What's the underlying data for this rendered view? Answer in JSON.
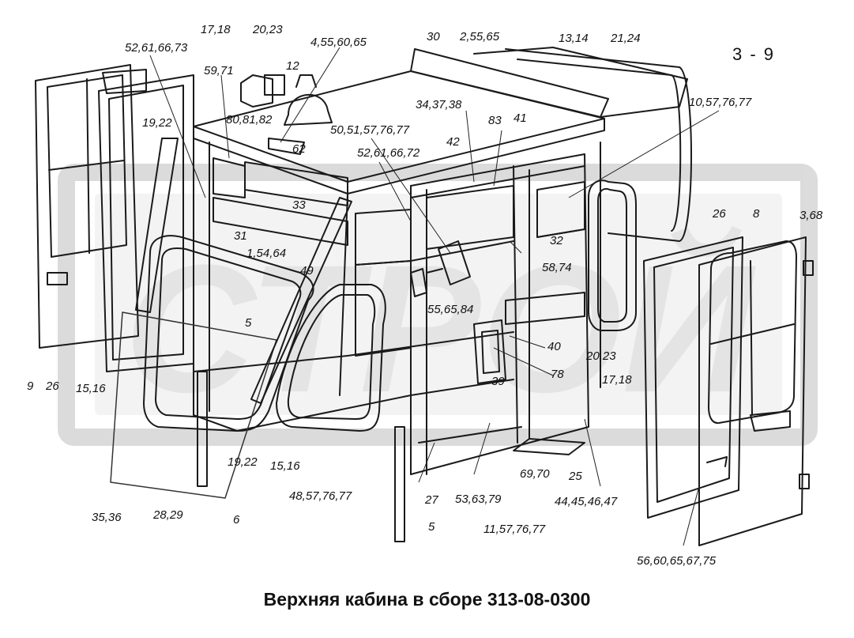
{
  "sheet_number": "3 - 9",
  "caption": "Верхняя кабина в сборе 313-08-0300",
  "watermark": "СТРОЙ",
  "labels": {
    "l01": "17,18",
    "l02": "20,23",
    "l03": "4,55,60,65",
    "l04": "12",
    "l05": "52,61,66,73",
    "l06": "59,71",
    "l07": "19,22",
    "l08": "80,81,82",
    "l09": "62",
    "l10": "50,51,57,76,77",
    "l11": "52,61,66,72",
    "l12": "30",
    "l13": "2,55,65",
    "l14": "13,14",
    "l15": "21,24",
    "l16": "34,37,38",
    "l17": "83",
    "l18": "41",
    "l19": "42",
    "l20": "10,57,76,77",
    "l21": "33",
    "l22": "31",
    "l23": "1,54,64",
    "l24": "49",
    "l25": "32",
    "l26": "58,74",
    "l27": "26",
    "l28": "8",
    "l29": "3,68",
    "l30": "55,65,84",
    "l31": "5",
    "l32": "40",
    "l33": "78",
    "l34": "20,23",
    "l35": "17,18",
    "l36": "39",
    "l37": "9",
    "l38": "26",
    "l39": "15,16",
    "l40": "19,22",
    "l41": "15,16",
    "l42": "69,70",
    "l43": "25",
    "l44": "48,57,76,77",
    "l45": "27",
    "l46": "53,63,79",
    "l47": "44,45,46,47",
    "l48": "35,36",
    "l49": "28,29",
    "l50": "6",
    "l51": "11,57,76,77",
    "l52": "5",
    "l53": "56,60,65,67,75"
  }
}
